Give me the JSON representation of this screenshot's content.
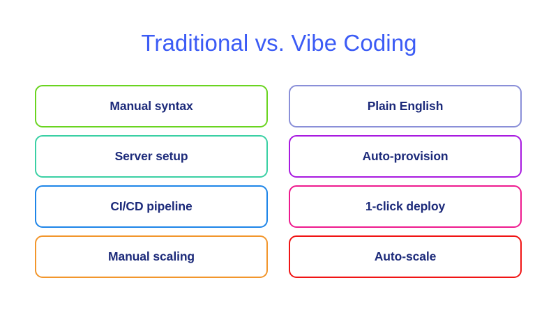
{
  "title": "Traditional vs. Vibe Coding",
  "theme": {
    "background": "#ffffff",
    "title_color": "#3b5bf5",
    "card_background": "#ffffff",
    "card_text_color": "#1c2a7a"
  },
  "columns": [
    {
      "name": "traditional",
      "cards": [
        {
          "label": "Manual syntax",
          "border_color": "#6ad420"
        },
        {
          "label": "Server setup",
          "border_color": "#3ad0a4"
        },
        {
          "label": "CI/CD pipeline",
          "border_color": "#1e85e8"
        },
        {
          "label": "Manual scaling",
          "border_color": "#f2962c"
        }
      ]
    },
    {
      "name": "vibe",
      "cards": [
        {
          "label": "Plain English",
          "border_color": "#8a8fd8"
        },
        {
          "label": "Auto-provision",
          "border_color": "#a81ae0"
        },
        {
          "label": "1-click deploy",
          "border_color": "#ee1a8e"
        },
        {
          "label": "Auto-scale",
          "border_color": "#f01414"
        }
      ]
    }
  ]
}
